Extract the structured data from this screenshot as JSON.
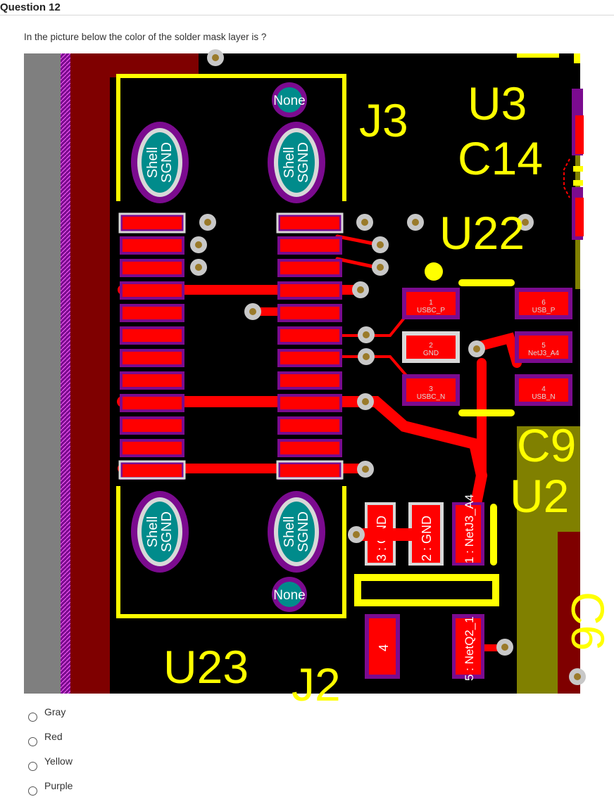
{
  "question": {
    "title": "Question 12",
    "text": "In the picture below the color of the solder mask layer is ?"
  },
  "figure": {
    "designators": [
      "J3",
      "U3",
      "C14",
      "U22",
      "U23",
      "C9",
      "U2",
      "C6",
      "J2"
    ],
    "pad_labels": {
      "none": "None",
      "shell": "Shell",
      "sgnd": "SGND",
      "p1": "1",
      "p1_net": "USBC_P",
      "p2": "2",
      "p2_net": "GND",
      "p3": "3",
      "p3_net": "USBC_N",
      "p4": "4",
      "p4_net": "USB_N",
      "p5": "5",
      "p5_net": "NetJ3_A4",
      "p6": "6",
      "p6_net": "USB_P",
      "v3": "3 : GND",
      "v2": "2 : GND",
      "v1": "1 : NetJ3_A4",
      "v5": "5 : NetQ2_1",
      "v4": "4"
    },
    "colors": {
      "board": "#000000",
      "copper": "#ff0000",
      "mask": "#7b0b8f",
      "silkscreen": "#ffff00",
      "via": "#bfbfbf",
      "keepout": "#7f0000",
      "edge": "#808080",
      "olive": "#808000"
    }
  },
  "options": [
    {
      "label": "Gray"
    },
    {
      "label": "Red"
    },
    {
      "label": "Yellow"
    },
    {
      "label": "Purple"
    }
  ]
}
